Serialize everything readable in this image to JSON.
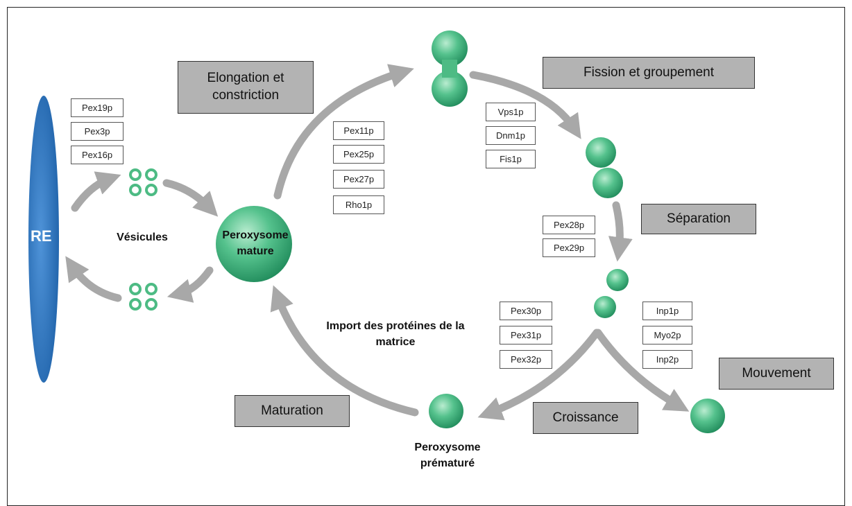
{
  "re_label": "RE",
  "vesicules_label": "Vésicules",
  "mature_label": "Peroxysome mature",
  "premature_label": "Peroxysome prématuré",
  "import_label": "Import des protéines de la matrice",
  "steps": {
    "elongation": "Elongation et constriction",
    "fission": "Fission et groupement",
    "separation": "Séparation",
    "mouvement": "Mouvement",
    "croissance": "Croissance",
    "maturation": "Maturation"
  },
  "proteins": {
    "re_group": [
      "Pex19p",
      "Pex3p",
      "Pex16p"
    ],
    "elongation_group": [
      "Pex11p",
      "Pex25p",
      "Pex27p",
      "Rho1p"
    ],
    "fission_group": [
      "Vps1p",
      "Dnm1p",
      "Fis1p"
    ],
    "separation_group": [
      "Pex28p",
      "Pex29p"
    ],
    "croissance_group": [
      "Pex30p",
      "Pex31p",
      "Pex32p"
    ],
    "mouvement_group": [
      "Inp1p",
      "Myo2p",
      "Inp2p"
    ]
  },
  "colors": {
    "er": "#2a6db5",
    "peroxisome": "#4dbb84",
    "arrow": "#a8a8a8",
    "step_box": "#b3b3b3"
  }
}
